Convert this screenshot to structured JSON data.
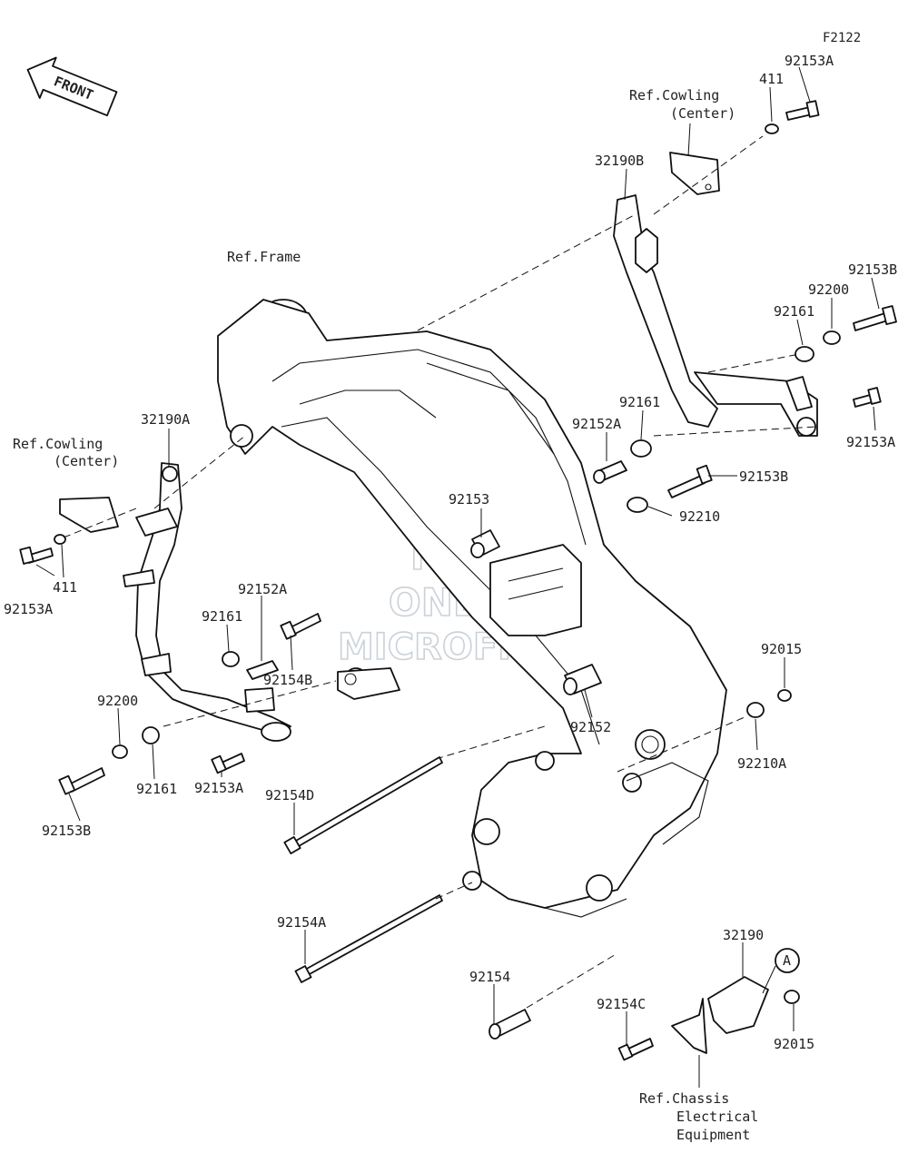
{
  "figure_code": "F2122",
  "front_arrow": "FRONT",
  "callout_marker": "A",
  "watermark": [
    "HLSM",
    "ONLINE",
    "MICROFICHE"
  ],
  "references": {
    "frame": "Ref.Frame",
    "cowling_right_1": "Ref.Cowling",
    "cowling_right_2": "(Center)",
    "cowling_left_1": "Ref.Cowling",
    "cowling_left_2": "(Center)",
    "chassis_1": "Ref.Chassis",
    "chassis_2": "Electrical",
    "chassis_3": "Equipment"
  },
  "parts": [
    {
      "id": "p01",
      "label": "92153A"
    },
    {
      "id": "p02",
      "label": "411"
    },
    {
      "id": "p03",
      "label": "32190B"
    },
    {
      "id": "p04",
      "label": "92153B"
    },
    {
      "id": "p05",
      "label": "92200"
    },
    {
      "id": "p06",
      "label": "92161"
    },
    {
      "id": "p07",
      "label": "92153A"
    },
    {
      "id": "p08",
      "label": "92161"
    },
    {
      "id": "p09",
      "label": "92152A"
    },
    {
      "id": "p10",
      "label": "92153B"
    },
    {
      "id": "p11",
      "label": "92210"
    },
    {
      "id": "p12",
      "label": "92153"
    },
    {
      "id": "p13",
      "label": "32190A"
    },
    {
      "id": "p14",
      "label": "92153A"
    },
    {
      "id": "p15",
      "label": "411"
    },
    {
      "id": "p16",
      "label": "92152A"
    },
    {
      "id": "p17",
      "label": "92161"
    },
    {
      "id": "p18",
      "label": "92154B"
    },
    {
      "id": "p19",
      "label": "92200"
    },
    {
      "id": "p20",
      "label": "92161"
    },
    {
      "id": "p21",
      "label": "92153B"
    },
    {
      "id": "p22",
      "label": "92153A"
    },
    {
      "id": "p23",
      "label": "92152"
    },
    {
      "id": "p24",
      "label": "92015"
    },
    {
      "id": "p25",
      "label": "92210A"
    },
    {
      "id": "p26",
      "label": "92154D"
    },
    {
      "id": "p27",
      "label": "92154A"
    },
    {
      "id": "p28",
      "label": "92154"
    },
    {
      "id": "p29",
      "label": "32190"
    },
    {
      "id": "p30",
      "label": "92154C"
    },
    {
      "id": "p31",
      "label": "92015"
    }
  ]
}
